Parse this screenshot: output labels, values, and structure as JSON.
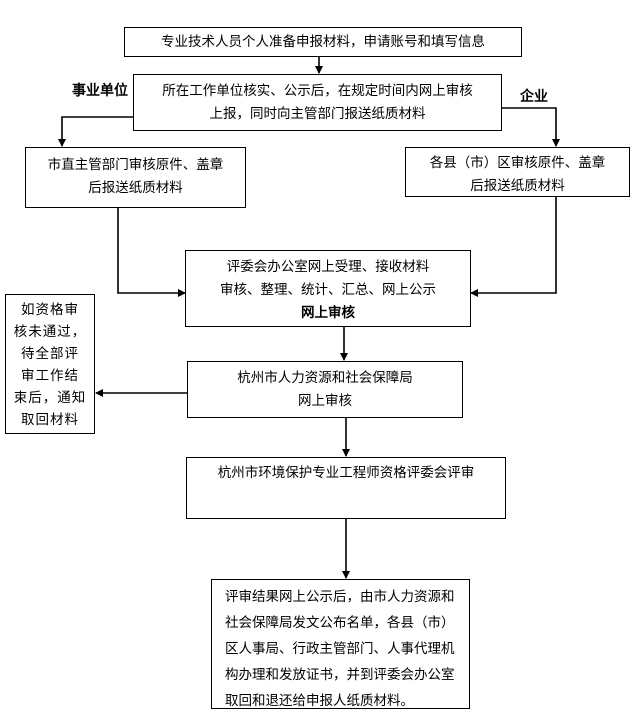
{
  "labels": {
    "public_institution": "事业单位",
    "enterprise": "企业"
  },
  "boxes": {
    "prepare": [
      "专业技术人员个人准备申报材料，申请账号和填写信息"
    ],
    "unit_verify": [
      "所在工作单位核实、公示后，在规定时间内网上审核",
      "上报，同时向主管部门报送纸质材料"
    ],
    "direct_dept": [
      "市直主管部门审核原件、盖章",
      "后报送纸质材料"
    ],
    "county": [
      "各县（市）区审核原件、盖章",
      "后报送纸质材料"
    ],
    "office_review": [
      "评委会办公室网上受理、接收材料",
      "审核、整理、统计、汇总、网上公示",
      "网上审核"
    ],
    "hr_bureau": [
      "杭州市人力资源和社会保障局",
      "网上审核"
    ],
    "committee": [
      "杭州市环境保护专业工程师资格评委会评审"
    ],
    "failed": [
      "如资格审",
      "核未通过，",
      "待全部评",
      "审工作结",
      "束后，通知",
      "取回材料"
    ],
    "result": [
      "评审结果网上公示后，由市人力资源和",
      "社会保障局发文公布名单，各县（市）",
      "区人事局、行政主管部门、人事代理机",
      "构办理和发放证书，并到评委会办公室",
      "取回和退还给申报人纸质材料。"
    ]
  }
}
